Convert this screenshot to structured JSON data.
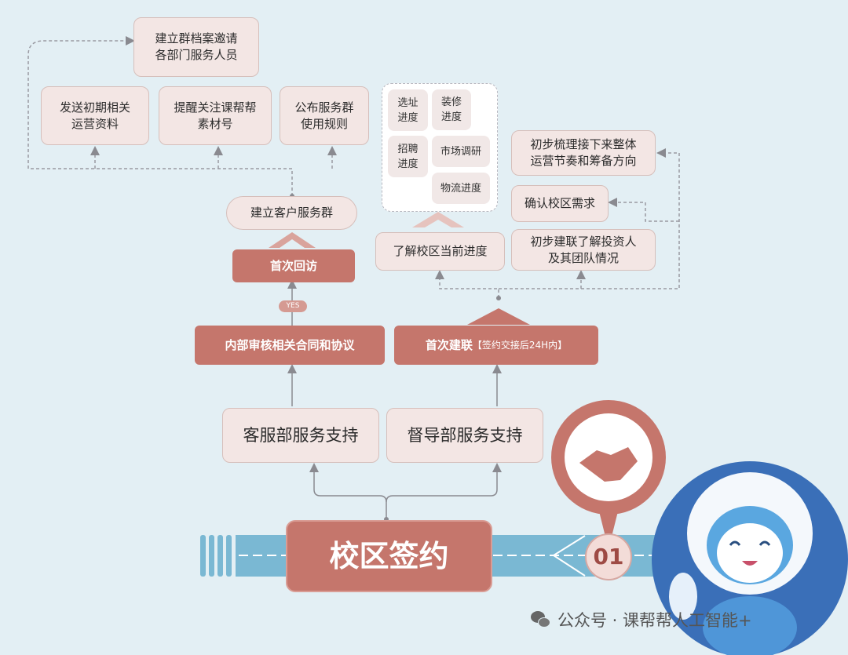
{
  "top": {
    "group_archive": "建立群档案邀请\n各部门服务人员",
    "send_materials": "发送初期相关\n运营资料",
    "follow_account": "提醒关注课帮帮\n素材号",
    "publish_rules": "公布服务群\n使用规则"
  },
  "customer_group": "建立客户服务群",
  "first_revisit": "首次回访",
  "yes_badge": "YES",
  "internal_review": "内部审核相关合同和协议",
  "first_contact": {
    "label": "首次建联",
    "note": "【签约交接后24H内】"
  },
  "progress_items": {
    "site": "选址\n进度",
    "decor": "装修\n进度",
    "recruit": "招聘\n进度",
    "market": "市场调研",
    "logistics": "物流进度"
  },
  "understand_progress": "了解校区当前进度",
  "right": {
    "plan": "初步梳理接下来整体\n运营节奏和筹备方向",
    "confirm": "确认校区需求",
    "investor": "初步建联了解投资人\n及其团队情况"
  },
  "cs_support": "客服部服务支持",
  "supervision_support": "督导部服务支持",
  "signing": "校区签约",
  "step_number": "01",
  "watermark": "公众号 · 课帮帮人工智能+",
  "colors": {
    "background": "#e3eff4",
    "box": "#f3e6e4",
    "accent": "#c5766c",
    "band": "#7ab8d3",
    "avatar": "#3a6fb8"
  }
}
